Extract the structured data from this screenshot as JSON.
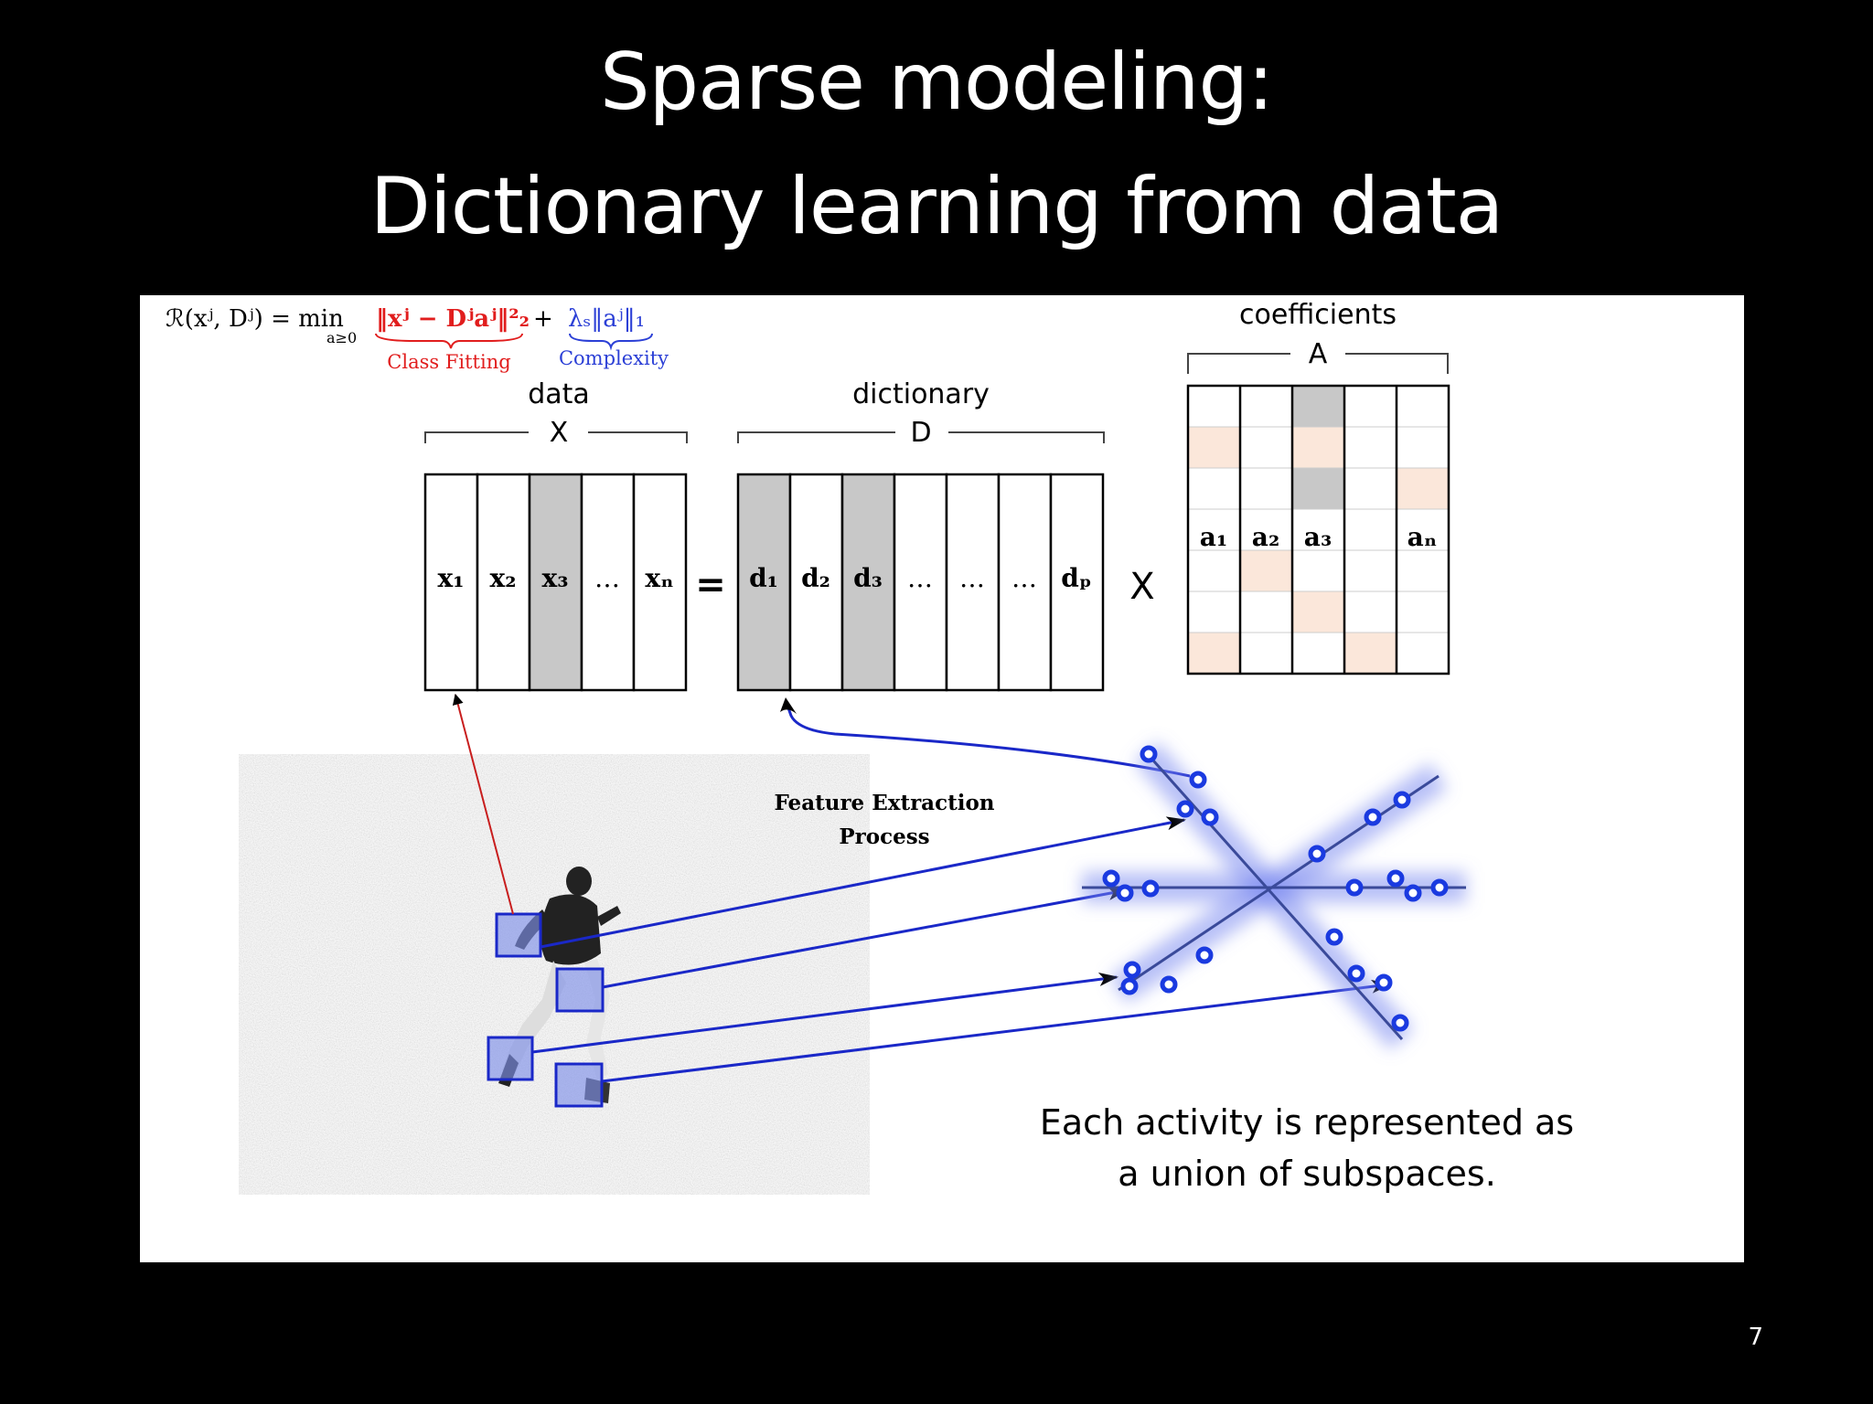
{
  "slide": {
    "title_line1": "Sparse modeling:",
    "title_line2": "Dictionary learning from data",
    "page_number": "7"
  },
  "formula": {
    "lhs": "ℛ(xʲ, Dʲ) = min",
    "sub": "a≥0",
    "fit_term": "‖xʲ − Dʲaʲ‖²₂",
    "plus": "+",
    "complexity_term": "λₛ‖aʲ‖₁",
    "fit_label": "Class Fitting",
    "complexity_label": "Complexity"
  },
  "data_block": {
    "label": "data",
    "symbol": "X",
    "columns": [
      "x₁",
      "x₂",
      "x₃",
      "…",
      "xₙ"
    ]
  },
  "equals": "=",
  "times": "X",
  "dictionary_block": {
    "label": "dictionary",
    "symbol": "D",
    "columns": [
      "d₁",
      "d₂",
      "d₃",
      "…",
      "…",
      "…",
      "dₚ"
    ]
  },
  "coefficients_block": {
    "label": "coefficients",
    "symbol": "A",
    "columns": [
      "a₁",
      "a₂",
      "a₃",
      "",
      "aₙ"
    ]
  },
  "feature_label": [
    "Feature Extraction",
    "Process"
  ],
  "caption": [
    "Each activity is represented as",
    "a union of subspaces."
  ],
  "colors": {
    "fitting": "#e11d1d",
    "complexity": "#2b3fd6",
    "shaded_column": "#c8c8c8",
    "peach_cell": "#fbe7da",
    "patch_fill": "#8090e8",
    "arrow_blue": "#1a28c8"
  },
  "icons": [
    "runner-photo",
    "subspace-star"
  ]
}
